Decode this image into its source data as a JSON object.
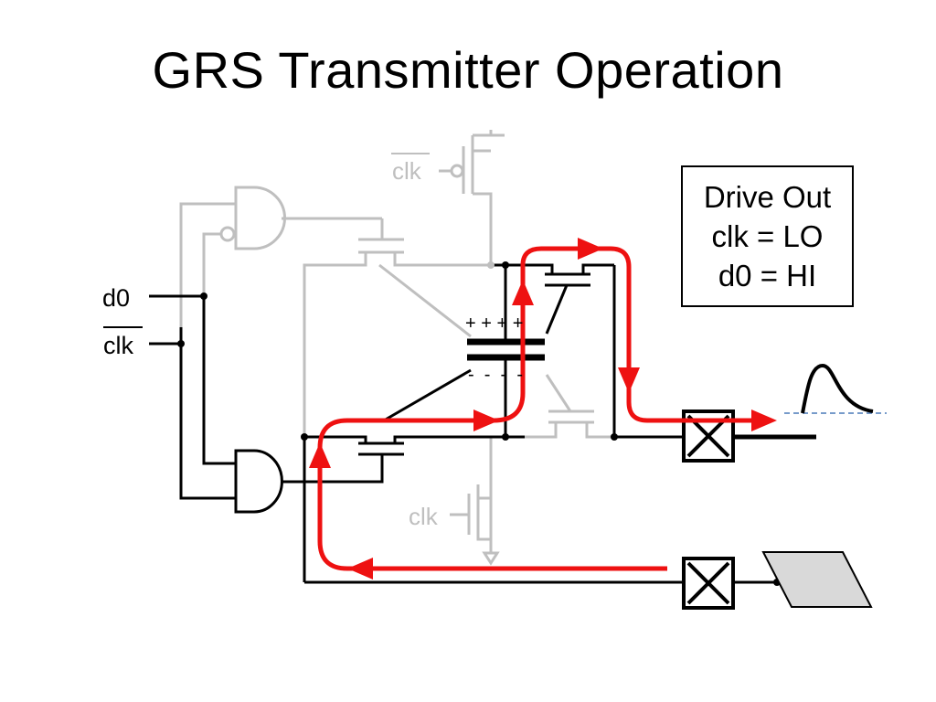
{
  "slide": {
    "title": "GRS Transmitter Operation"
  },
  "labels": {
    "d0": "d0",
    "clk_bar_left": "clk",
    "clk_bar_top": "clk",
    "clk_bottom": "clk",
    "plus_row": "+ + + +",
    "minus_row": "-  -  -  -"
  },
  "state_box": {
    "line1": "Drive Out",
    "line2": "clk = LO",
    "line3": "d0 = HI"
  },
  "colors": {
    "active_path": "#ee1111",
    "inactive_wire": "#bfbfbf",
    "wire": "#000000",
    "pad_fill": "#d9d9d9",
    "dashed_ref": "#4a7ab8"
  }
}
